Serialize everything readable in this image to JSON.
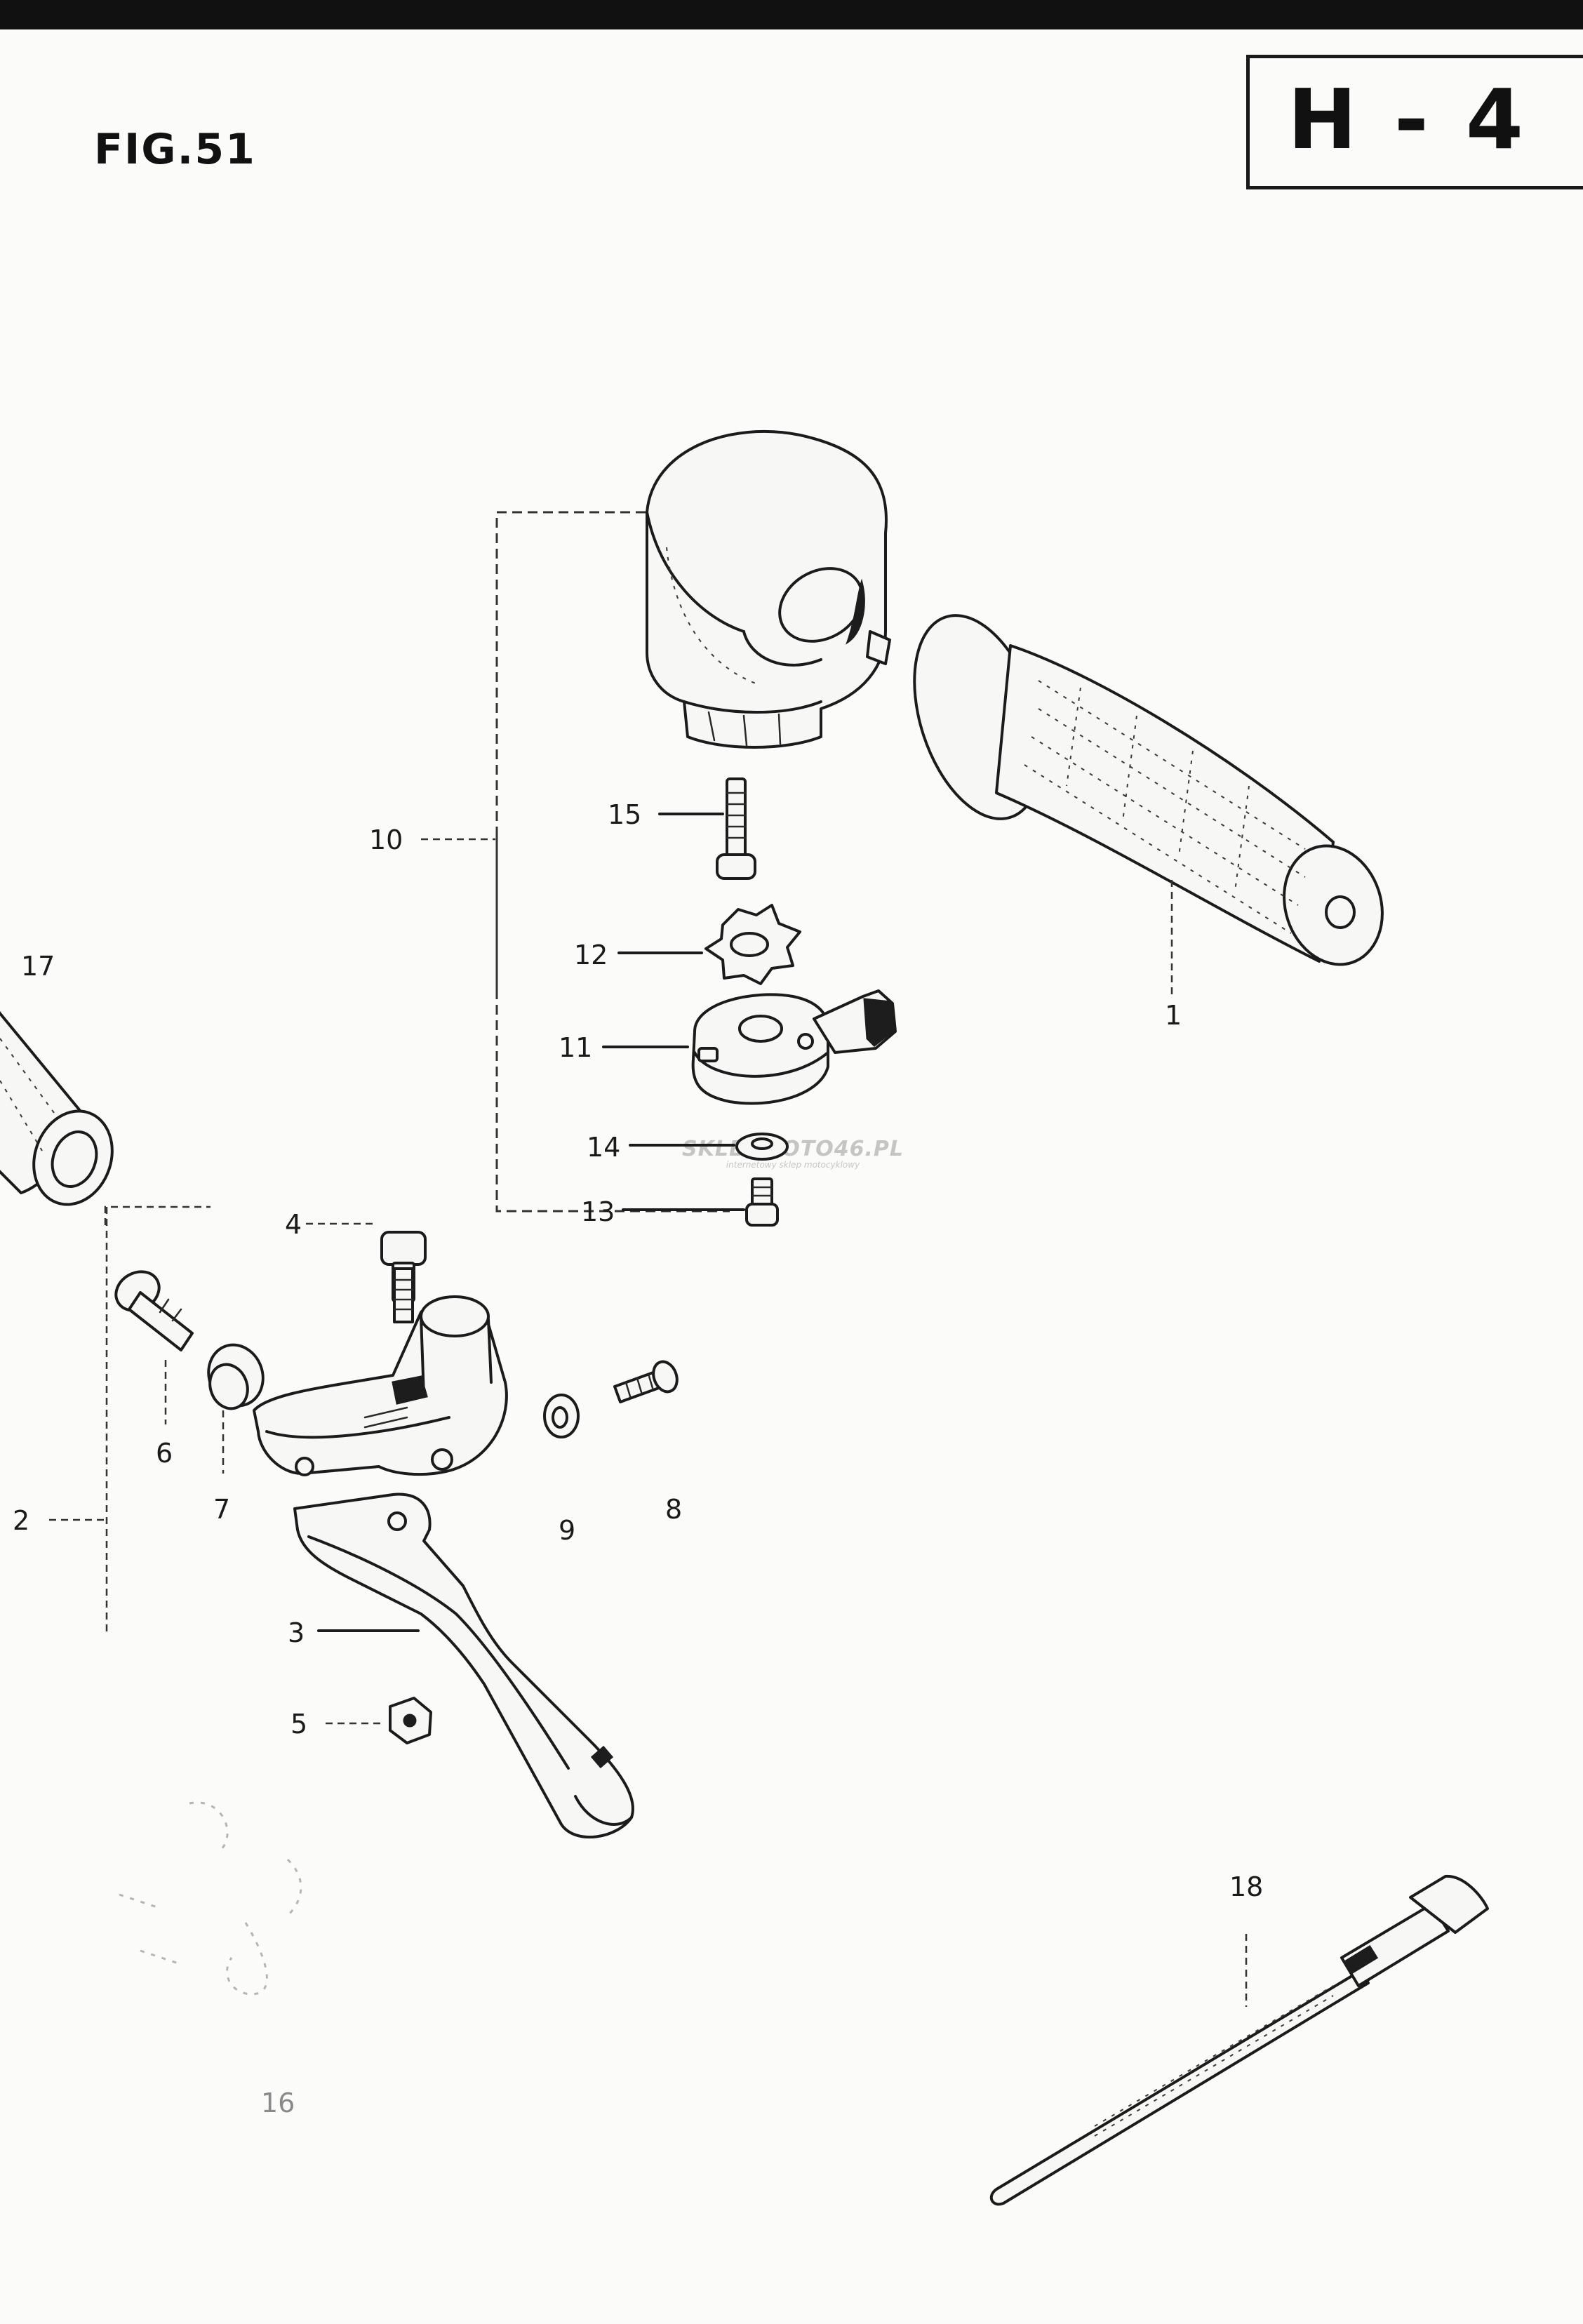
{
  "header": {
    "figure_label": "FIG.51",
    "section_code": "H - 4"
  },
  "watermark": {
    "main": "SKLEPMOTO46.PL",
    "sub": "internetowy sklep motocyklowy"
  },
  "callouts": {
    "c1": "1",
    "c2": "2",
    "c3": "3",
    "c4": "4",
    "c5": "5",
    "c6": "6",
    "c7": "7",
    "c8": "8",
    "c9": "9",
    "c10": "10",
    "c11": "11",
    "c12": "12",
    "c13": "13",
    "c14": "14",
    "c15": "15",
    "c16": "16",
    "c17": "17",
    "c18": "18"
  }
}
